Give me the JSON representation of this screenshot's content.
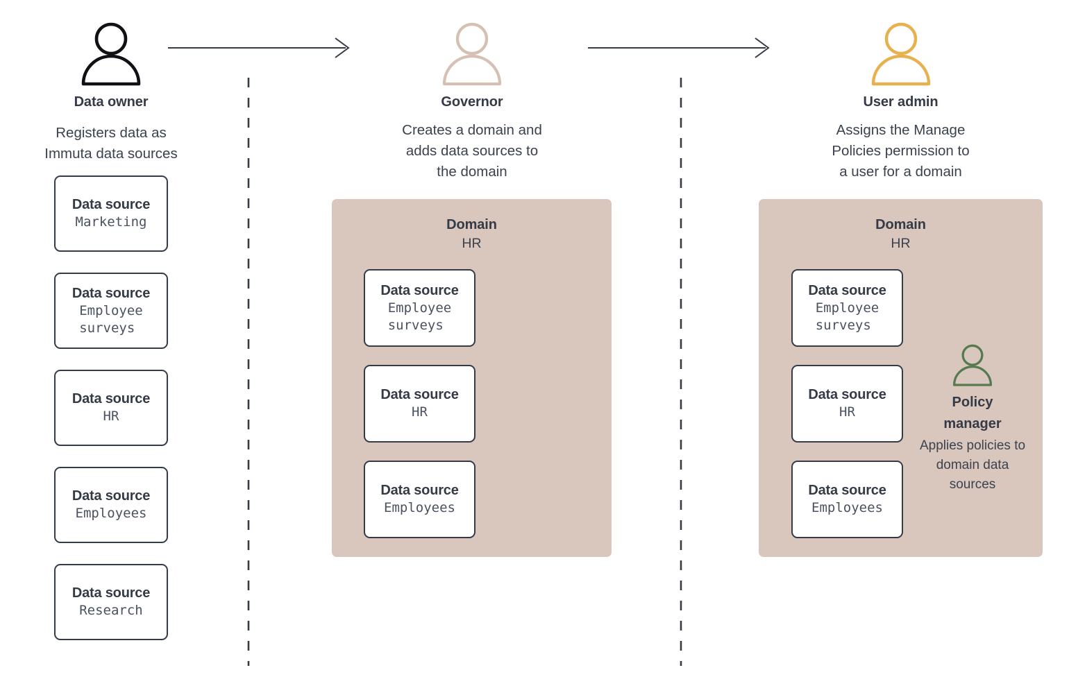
{
  "colors": {
    "ink": "#343a46",
    "panel": "#d9c7bd",
    "icon_owner": "#101114",
    "icon_governor": "#d6bfb3",
    "icon_admin": "#e8b košice",
    "icon_admin_hex": "#e7b14f",
    "icon_policy_manager": "#557a4f",
    "card_border": "#343a46",
    "card_fill": "#ffffff"
  },
  "columns": {
    "owner": {
      "icon": "person-icon",
      "title": "Data owner",
      "description": "Registers data as\nImmuta data sources",
      "sources": [
        {
          "label": "Data source",
          "name": "Marketing"
        },
        {
          "label": "Data source",
          "name": "Employee\nsurveys"
        },
        {
          "label": "Data source",
          "name": "HR"
        },
        {
          "label": "Data source",
          "name": "Employees"
        },
        {
          "label": "Data source",
          "name": "Research"
        }
      ]
    },
    "governor": {
      "icon": "person-icon",
      "title": "Governor",
      "description": "Creates a domain and\nadds data sources to\nthe domain",
      "domain": {
        "title": "Domain",
        "name": "HR",
        "sources": [
          {
            "label": "Data source",
            "name": "Employee\nsurveys"
          },
          {
            "label": "Data source",
            "name": "HR"
          },
          {
            "label": "Data source",
            "name": "Employees"
          }
        ]
      }
    },
    "admin": {
      "icon": "person-icon",
      "title": "User admin",
      "description": "Assigns the Manage\nPolicies permission to\na user for a domain",
      "domain": {
        "title": "Domain",
        "name": "HR",
        "sources": [
          {
            "label": "Data source",
            "name": "Employee\nsurveys"
          },
          {
            "label": "Data source",
            "name": "HR"
          },
          {
            "label": "Data source",
            "name": "Employees"
          }
        ]
      },
      "policy_manager": {
        "icon": "person-icon",
        "title": "Policy\nmanager",
        "description": "Applies policies to\ndomain data\nsources"
      }
    }
  },
  "connectors": {
    "arrow_1": "arrow-right",
    "arrow_2": "arrow-right",
    "divider_1": "dashed-vertical-divider",
    "divider_2": "dashed-vertical-divider"
  }
}
